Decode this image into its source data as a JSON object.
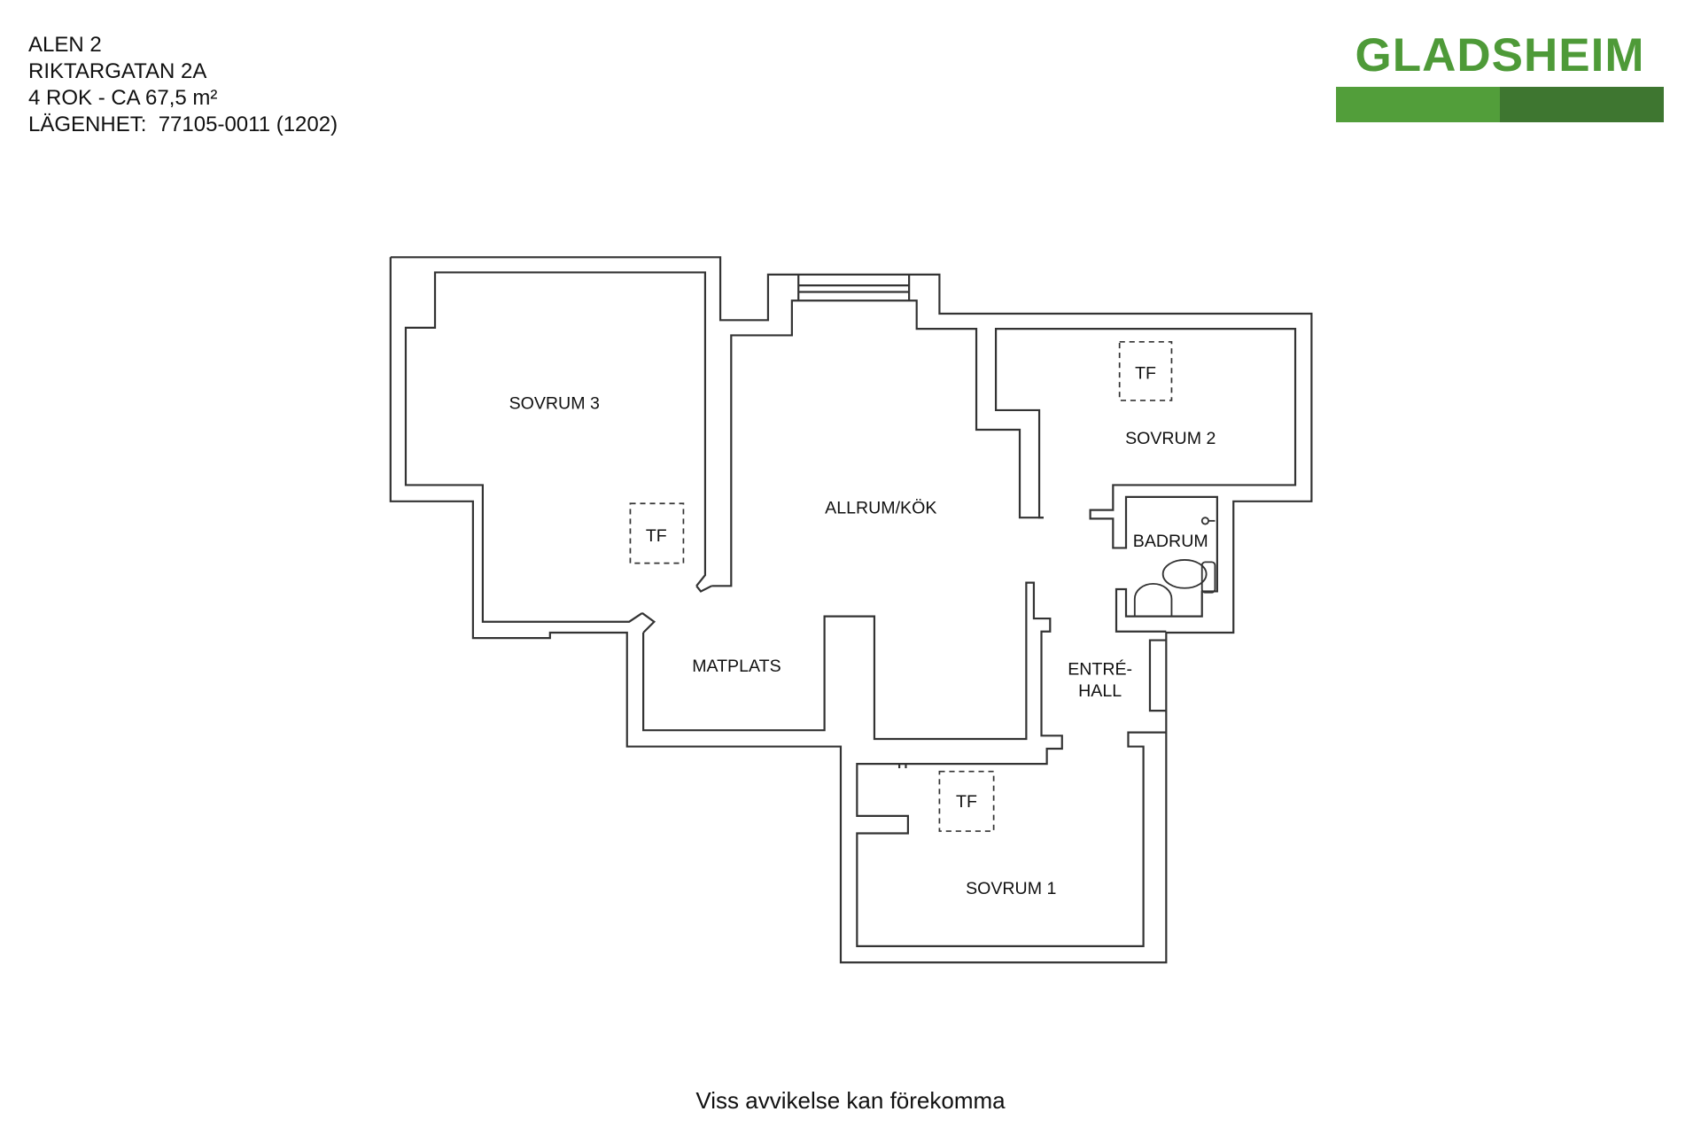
{
  "header": {
    "lines": [
      "ALEN 2",
      "RIKTARGATAN 2A",
      "4 ROK - CA 67,5 m²",
      "LÄGENHET:  77105-0011 (1202)"
    ]
  },
  "logo": {
    "text": "GLADSHEIM",
    "color_light": "#529e3a",
    "color_dark": "#3e7630"
  },
  "rooms": {
    "sovrum3": "SOVRUM 3",
    "sovrum2": "SOVRUM 2",
    "sovrum1": "SOVRUM 1",
    "allrum": "ALLRUM/KÖK",
    "matplats": "MATPLATS",
    "badrum": "BADRUM",
    "entre1": "ENTRÉ-",
    "entre2": "HALL"
  },
  "tf_label": "TF",
  "footer": "Viss avvikelse kan förekomma"
}
